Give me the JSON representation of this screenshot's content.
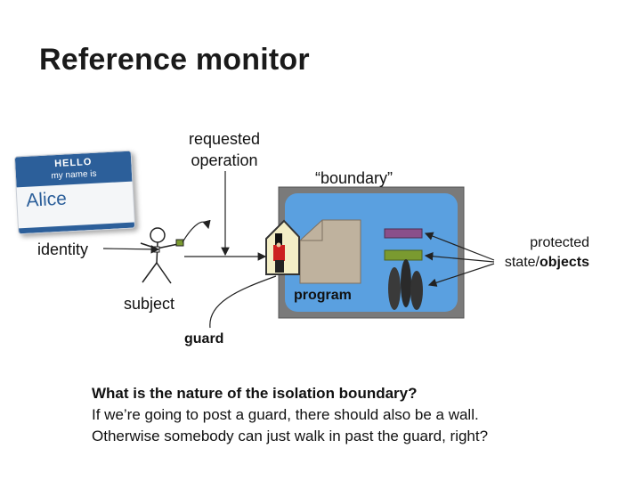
{
  "title": "Reference monitor",
  "labels": {
    "requested_operation": "requested operation",
    "boundary": "“boundary”",
    "identity": "identity",
    "subject": "subject",
    "program": "program",
    "guard": "guard",
    "protected": "protected",
    "state": "state/",
    "objects": "objects"
  },
  "name_tag": {
    "hello": "HELLO",
    "subtitle": "my name is",
    "name": "Alice"
  },
  "caption": {
    "question": "What is the nature of the isolation boundary?",
    "line2": "If we’re going to post a guard, there should also be a wall.",
    "line3": "Otherwise somebody can just walk in past the guard, right?"
  },
  "colors": {
    "enclosure_border": "#777777",
    "enclosure_fill": "#5aa0e0",
    "program_box": "#bfb29e",
    "object_purple": "#8a4f8a",
    "object_green": "#7a9a30"
  }
}
